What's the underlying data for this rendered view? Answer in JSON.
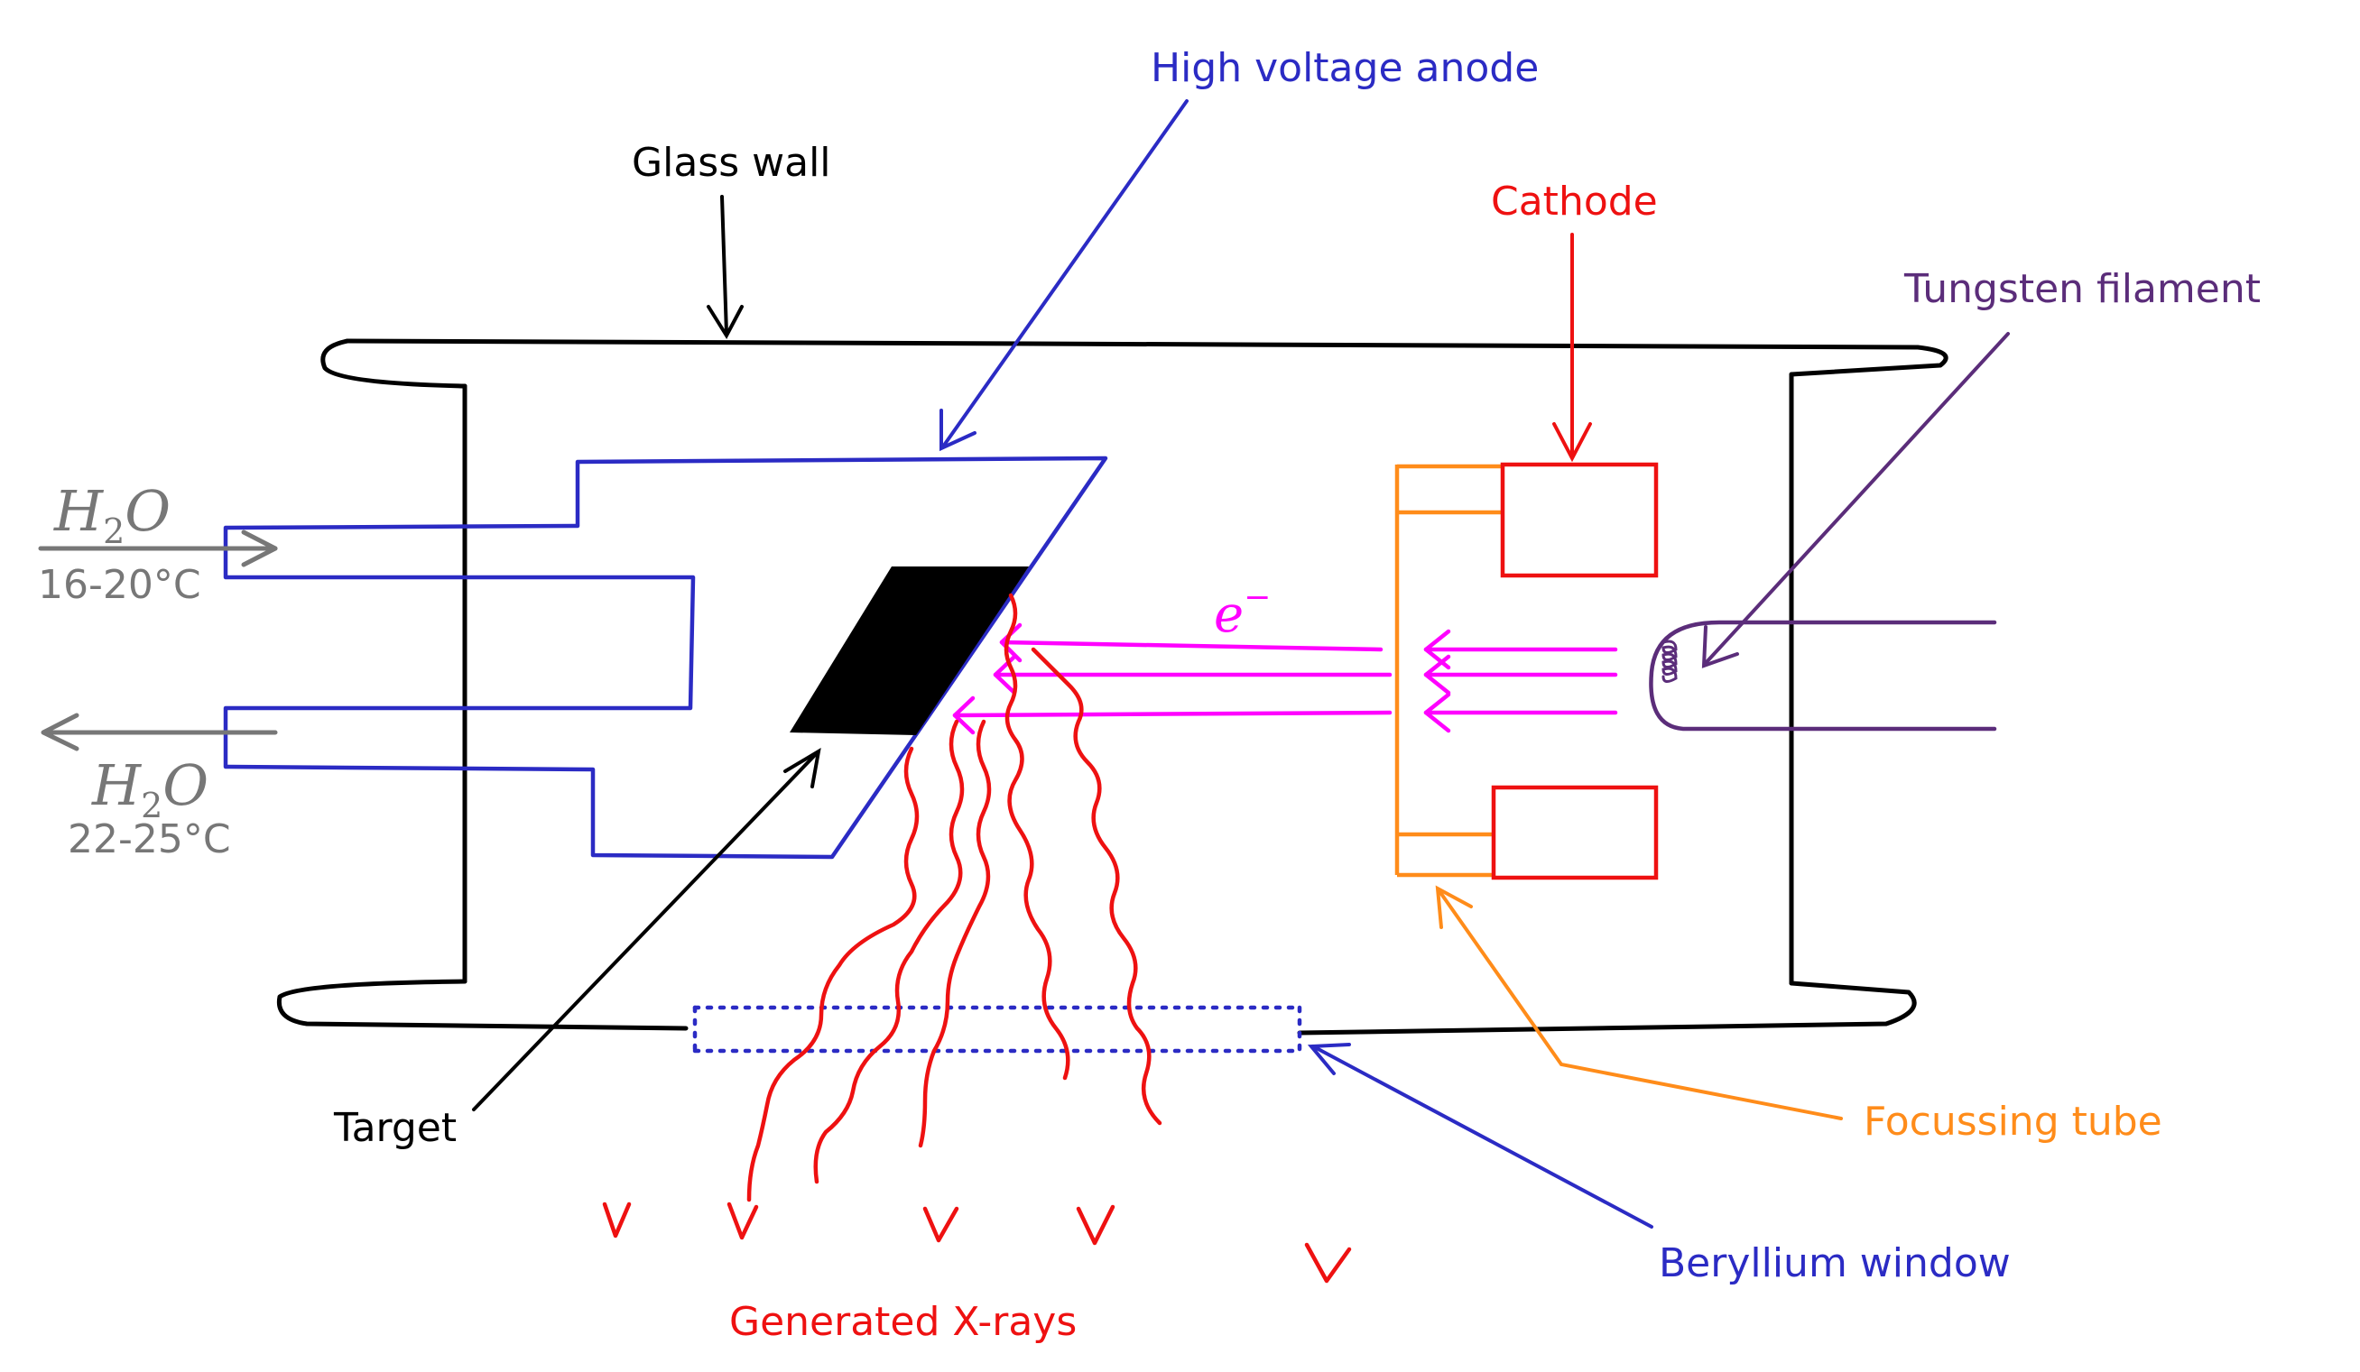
{
  "colors": {
    "black": "#000000",
    "anode_blue": "#2b2bc4",
    "cathode_red": "#ee1111",
    "filament_purple": "#5b2d7a",
    "electron_magenta": "#ff00ff",
    "focus_orange": "#ff8c1a",
    "water_gray": "#777777",
    "xray_red": "#ee1111"
  },
  "labels": {
    "high_voltage_anode": "High voltage anode",
    "glass_wall": "Glass wall",
    "cathode": "Cathode",
    "tungsten_filament": "Tungsten filament",
    "electron": "e",
    "electron_sup": "−",
    "target": "Target",
    "focusing_tube": "Focussing tube",
    "beryllium_window": "Beryllium window",
    "generated_xrays": "Generated X-rays",
    "water_in": {
      "base": "H",
      "sub": "2",
      "rest": "O",
      "temp": "16-20°C"
    },
    "water_out": {
      "base": "H",
      "sub": "2",
      "rest": "O",
      "temp": "22-25°C"
    }
  }
}
